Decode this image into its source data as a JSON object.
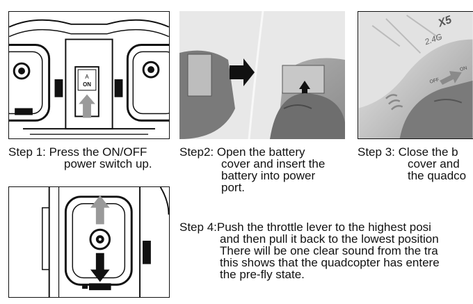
{
  "step1": {
    "image": {
      "switch_label_top": "A",
      "switch_label_on": "ON"
    },
    "caption": [
      "Step 1: Press the ON/OFF",
      "power switch up."
    ]
  },
  "step2": {
    "caption": [
      "Step2: Open the battery",
      "cover and insert the",
      "battery into power",
      "port."
    ]
  },
  "step3": {
    "image": {
      "logo_text": "X5",
      "model_text": "2.4G",
      "off_label": "OFF",
      "on_label": "ON"
    },
    "caption": [
      "Step 3: Close the b",
      "cover and",
      "the quadco"
    ]
  },
  "step4": {
    "caption": [
      "Step 4:Push the throttle lever to the highest posi",
      "and then pull it back to the lowest position",
      "There will be one clear sound from the tra",
      "this shows that the quadcopter has entere",
      "the pre-fly state."
    ]
  },
  "colors": {
    "frame": "#111111",
    "arrow_gray": "#9a9a9a",
    "arrow_black": "#111111",
    "photo_dark": "#3a3a3a",
    "photo_light": "#e6e6e6"
  }
}
